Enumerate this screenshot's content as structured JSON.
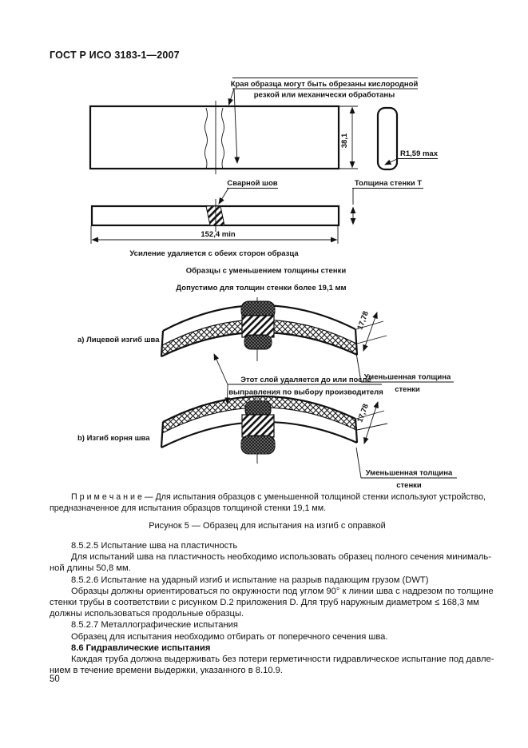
{
  "header": {
    "title": "ГОСТ Р ИСО 3183-1—2007"
  },
  "figure": {
    "callout_line1": "Края образца могут быть обрезаны кислородной",
    "callout_line2": "резкой или механически обработаны",
    "dim_width": "38,1",
    "radius_label": "R1,59 max",
    "weld_label": "Сварной шов",
    "wall_label": "Толщина стенки Т",
    "dim_length": "152,4 min",
    "note1": "Усиление удаляется с обеих сторон образца",
    "note2": "Образцы с уменьшением толщины стенки",
    "note3": "Допустимо для толщин стенки более 19,1 мм",
    "label_a": "а) Лицевой изгиб шва",
    "label_b": "b) Изгиб корня шва",
    "dim_a": "17,78",
    "dim_b": "17,78",
    "layer_note1": "Этот слой удаляется до или после",
    "layer_note2": "выправления по выбору производителя",
    "reduced_line1": "Уменьшенная толщина",
    "reduced_line2": "стенки",
    "caption": "Рисунок 5 — Образец для испытания на изгиб с оправкой"
  },
  "note": {
    "paragraphs": [
      {
        "indent": true,
        "lines": [
          "П р и м е ч а н и е — Для испытания образцов с уменьшенной толщиной стенки используют устройство,",
          "предназначенное  для  испытания образцов  толщиной  стенки 19,1 мм."
        ]
      }
    ]
  },
  "body": {
    "paragraphs": [
      {
        "indent": true,
        "lines": [
          "8.5.2.5  Испытание шва на пластичность"
        ]
      },
      {
        "indent": true,
        "lines": [
          "Для испытаний шва на пластичность необходимо использовать образец полного сечения минималь-",
          "ной длины 50,8 мм."
        ]
      },
      {
        "indent": true,
        "lines": [
          "8.5.2.6 Испытание на ударный изгиб и  испытание на разрыв падающим грузом  (DWT)"
        ]
      },
      {
        "indent": true,
        "lines": [
          "Образцы должны ориентироваться по окружности под углом 90° к линии шва с надрезом по толщине",
          "стенки трубы в соответствии с рисунком D.2 приложения D. Для труб наружным диаметром ≤ 168,3 мм",
          "должны использоваться продольные образцы."
        ]
      },
      {
        "indent": true,
        "lines": [
          "8.5.2.7  Металлографические испытания"
        ]
      },
      {
        "indent": true,
        "lines": [
          "Образец для испытания необходимо отбирать от поперечного сечения шва."
        ]
      },
      {
        "indent": true,
        "bold": true,
        "lines": [
          "8.6 Гидравлические испытания"
        ]
      },
      {
        "indent": true,
        "lines": [
          "Каждая труба должна выдерживать без потери герметичности  гидравлическое испытание под давле-",
          "нием в течение времени выдержки, указанного в 8.10.9."
        ]
      }
    ]
  },
  "footer": {
    "page_number": "50"
  }
}
